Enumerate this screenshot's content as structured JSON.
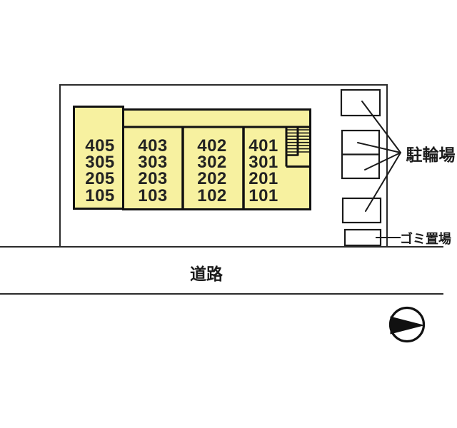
{
  "site_plan": {
    "labels": {
      "road": "道路",
      "bicycle_parking": "駐輪場",
      "garbage_area": "ゴミ置場"
    },
    "building": {
      "fill": "#f7f1a0",
      "columns": [
        {
          "units": [
            "405",
            "305",
            "205",
            "105"
          ]
        },
        {
          "units": [
            "403",
            "303",
            "203",
            "103"
          ]
        },
        {
          "units": [
            "402",
            "302",
            "202",
            "102"
          ]
        },
        {
          "units": [
            "401",
            "301",
            "201",
            "101"
          ]
        }
      ]
    },
    "colors": {
      "building_outline": "#111111",
      "boundary_line": "#2b2b2b",
      "north_arrow": "#111111"
    }
  }
}
